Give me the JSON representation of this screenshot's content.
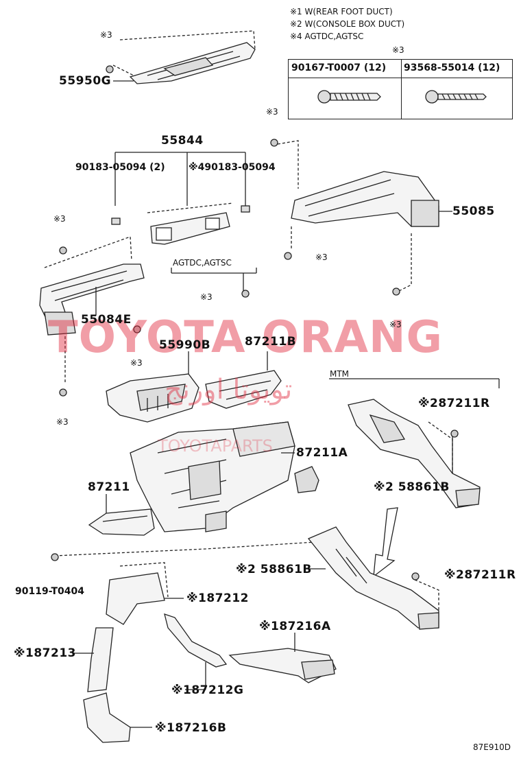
{
  "notes": [
    "※1 W(REAR FOOT DUCT)",
    "※2 W(CONSOLE BOX DUCT)",
    "※4 AGTDC,AGTSC"
  ],
  "fastener_table": {
    "mark": "※3",
    "col1": "90167-T0007 (12)",
    "col2": "93568-55014 (12)"
  },
  "watermark": {
    "main": "TOYOTA ORANG",
    "arabic": "تويوتا اورنج",
    "sub": "TOYOTAPARTS"
  },
  "labels": {
    "m3_a": "※3",
    "p55950g": "55950G",
    "p55844": "55844",
    "p90183_2": "90183-05094 (2)",
    "p90183_4": "※490183-05094",
    "m3_b": "※3",
    "p55085": "55085",
    "m3_c": "※3",
    "m3_d": "※3",
    "agtdc": "AGTDC,AGTSC",
    "m3_e": "※3",
    "m3_f": "※3",
    "p55084e": "55084E",
    "m3_g": "※3",
    "m3_h": "※3",
    "p55990b": "55990B",
    "p87211b": "87211B",
    "mtm": "MTM",
    "p87211r_a": "※287211R",
    "p87211a": "87211A",
    "p87211": "87211",
    "p58861b_a": "※2 58861B",
    "p90119": "90119-T0404",
    "p58861b_b": "※2 58861B",
    "p87211r_b": "※287211R",
    "p87212": "※187212",
    "p87216a": "※187216A",
    "p87213": "※187213",
    "p87212g": "※187212G",
    "p87216b": "※187216B",
    "code": "87E910D"
  }
}
